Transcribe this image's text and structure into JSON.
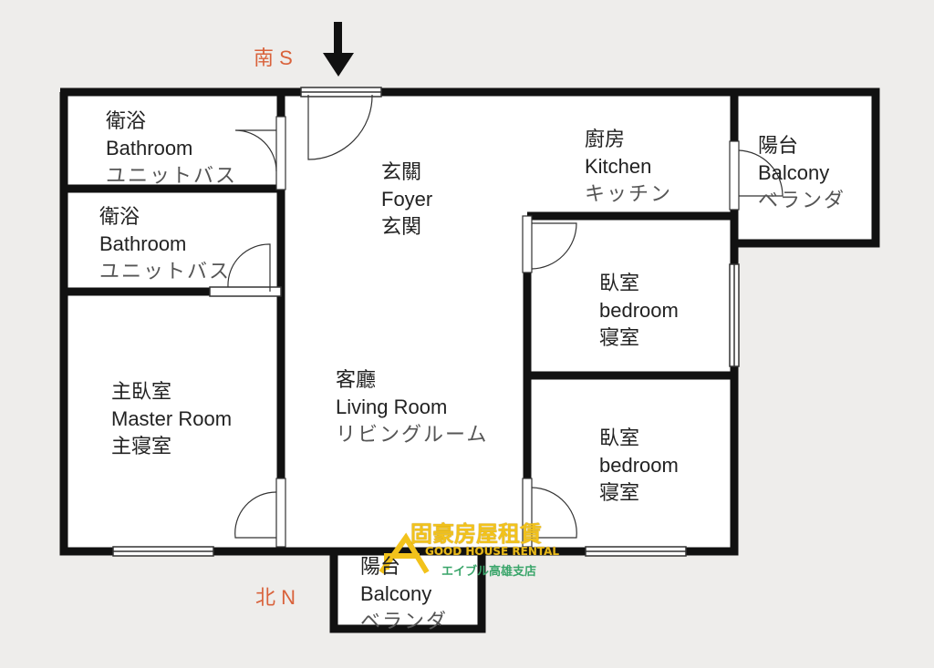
{
  "compass": {
    "south": "南 S",
    "north": "北 N"
  },
  "rooms": {
    "bath1": {
      "zh": "衛浴",
      "en": "Bathroom",
      "jp": "ユニットバス"
    },
    "bath2": {
      "zh": "衛浴",
      "en": "Bathroom",
      "jp": "ユニットバス"
    },
    "foyer": {
      "zh": "玄關",
      "en": "Foyer",
      "jp": "玄関"
    },
    "kitchen": {
      "zh": "廚房",
      "en": "Kitchen",
      "jp": "キッチン"
    },
    "balcony_top": {
      "zh": "陽台",
      "en": "Balcony",
      "jp": "ベランダ"
    },
    "bedroom1": {
      "zh": "臥室",
      "en": "bedroom",
      "jp": "寝室"
    },
    "bedroom2": {
      "zh": "臥室",
      "en": "bedroom",
      "jp": "寝室"
    },
    "living": {
      "zh": "客廳",
      "en": "Living Room",
      "jp": "リビングルーム"
    },
    "master": {
      "zh": "主臥室",
      "en": "Master Room",
      "jp": "主寝室"
    },
    "balcony_bottom": {
      "zh": "陽台",
      "en": "Balcony",
      "jp": "ベランダ"
    }
  },
  "logo": {
    "cn": "固豪房屋租賃",
    "en": "GOOD HOUSE RENTAL",
    "jp": "エイブル高雄支店"
  }
}
